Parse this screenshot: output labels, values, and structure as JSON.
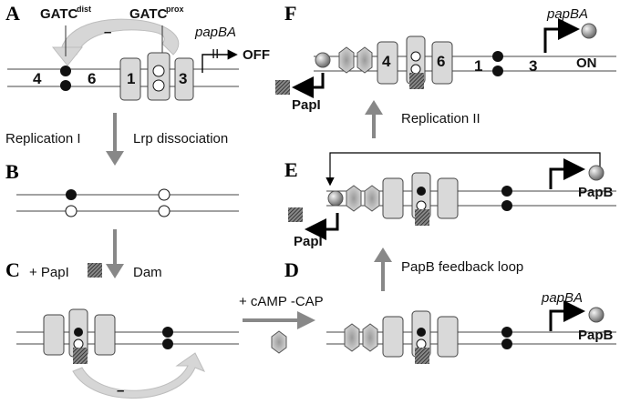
{
  "panels": {
    "a": "A",
    "b": "B",
    "c": "C",
    "d": "D",
    "e": "E",
    "f": "F"
  },
  "site_labels": {
    "dist_base": "GATC",
    "dist_sup": "dist",
    "prox_base": "GATC",
    "prox_sup": "prox"
  },
  "gene": "papBA",
  "states": {
    "off": "OFF",
    "on": "ON"
  },
  "site_numbers": {
    "a_left": "4",
    "a_mid": "6",
    "box1": "1",
    "box3": "3",
    "f_box4": "4",
    "f_box6": "6",
    "f_1": "1",
    "f_3": "3"
  },
  "step_labels": {
    "replication_1": "Replication I",
    "lrp_dissociation": "Lrp dissociation",
    "plus_papi": "+ PapI",
    "dam": "Dam",
    "cAMP_cap": "+ cAMP -CAP",
    "papb_feedback": "PapB feedback loop",
    "replication_2": "Replication II"
  },
  "proteins": {
    "papi": "PapI",
    "papb": "PapB"
  },
  "inhibition_sign": "–"
}
